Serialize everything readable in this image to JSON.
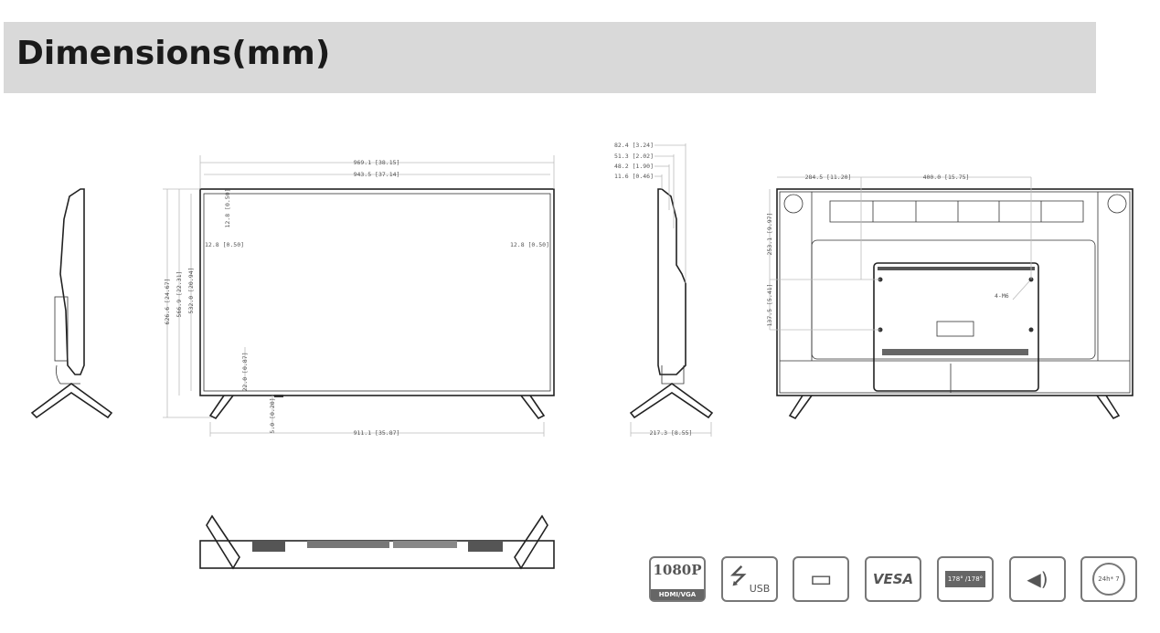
{
  "header": {
    "title": "Dimensions(mm)"
  },
  "front_view": {
    "overall_width": "969.1 [38.15]",
    "screen_width": "943.5 [37.14]",
    "overall_height_with_stand": "626.6 [24.67]",
    "height_without_stand": "566.9 [22.31]",
    "screen_height": "532.0 [20.94]",
    "bezel_top": "12.8 [0.50]",
    "bezel_left": "12.8 [0.50]",
    "bezel_right": "12.8 [0.50]",
    "bezel_bottom": "22.0 [0.87]",
    "stand_clearance": "5.0 [0.20]",
    "stand_span": "911.1 [35.87]"
  },
  "side_view": {
    "depth_total": "82.4 [3.24]",
    "depth_2": "51.3 [2.02]",
    "depth_3": "48.2 [1.90]",
    "depth_panel": "11.6 [0.46]",
    "stand_depth": "217.3 [8.55]"
  },
  "back_view": {
    "vesa_offset_x": "284.5 [11.20]",
    "vesa_spacing_x": "400.0 [15.75]",
    "vesa_offset_y": "253.1 [9.97]",
    "vesa_spacing_y": "137.5 [5.41]",
    "screw_label": "4-M6"
  },
  "features": [
    {
      "icon": "1080p-icon",
      "label": "1080P",
      "sublabel": "HDMI/VGA"
    },
    {
      "icon": "usb-icon",
      "label": "USB"
    },
    {
      "icon": "remote-control-icon",
      "label": ""
    },
    {
      "icon": "vesa-icon",
      "label": "VESA"
    },
    {
      "icon": "viewing-angle-icon",
      "label": "178° /178°"
    },
    {
      "icon": "speaker-icon",
      "label": ""
    },
    {
      "icon": "24h-icon",
      "label": "24h* 7"
    }
  ]
}
